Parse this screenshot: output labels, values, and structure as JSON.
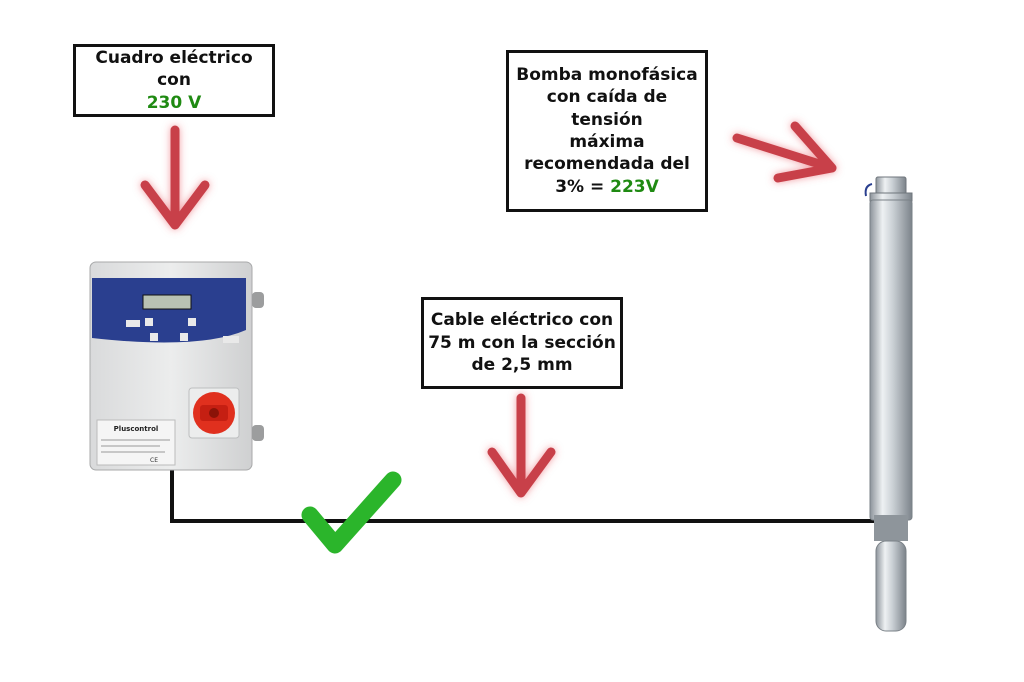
{
  "callouts": {
    "cuadro": {
      "line1": "Cuadro eléctrico con",
      "voltage": "230 V"
    },
    "bomba": {
      "line1": "Bomba monofásica",
      "line2": "con caída de tensión",
      "line3": "máxima",
      "line4": "recomendada del",
      "line5": "3% = ",
      "voltage": "223V"
    },
    "cable": {
      "line1": "Cable eléctrico con",
      "line2": "75 m con la sección",
      "line3": "de 2,5 mm"
    }
  },
  "panel": {
    "brand": "Pluscontrol",
    "logo": "CE"
  },
  "colors": {
    "arrow": "#c8414a",
    "check": "#2bb52b",
    "highlight": "#1f8a12",
    "panel_blue": "#2a3f8f",
    "switch_red": "#e0301e"
  },
  "icons": [
    "down-arrow-icon",
    "diagonal-arrow-icon",
    "check-icon"
  ]
}
